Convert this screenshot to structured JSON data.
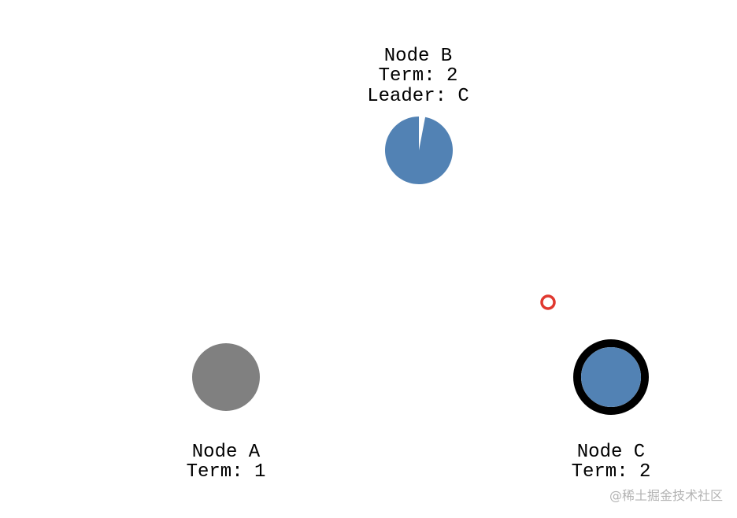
{
  "nodes": {
    "a": {
      "name": "Node A",
      "term": "Term: 1",
      "fill": "#808080",
      "state": "follower"
    },
    "b": {
      "name": "Node B",
      "term": "Term: 2",
      "leader": "Leader: C",
      "fill": "#5282b4",
      "state": "follower",
      "election_timer_remaining": 0.97
    },
    "c": {
      "name": "Node C",
      "term": "Term: 2",
      "fill": "#5282b4",
      "ring": "#000000",
      "state": "leader"
    }
  },
  "message": {
    "color": "#e0382f"
  },
  "watermark": "@稀土掘金技术社区"
}
